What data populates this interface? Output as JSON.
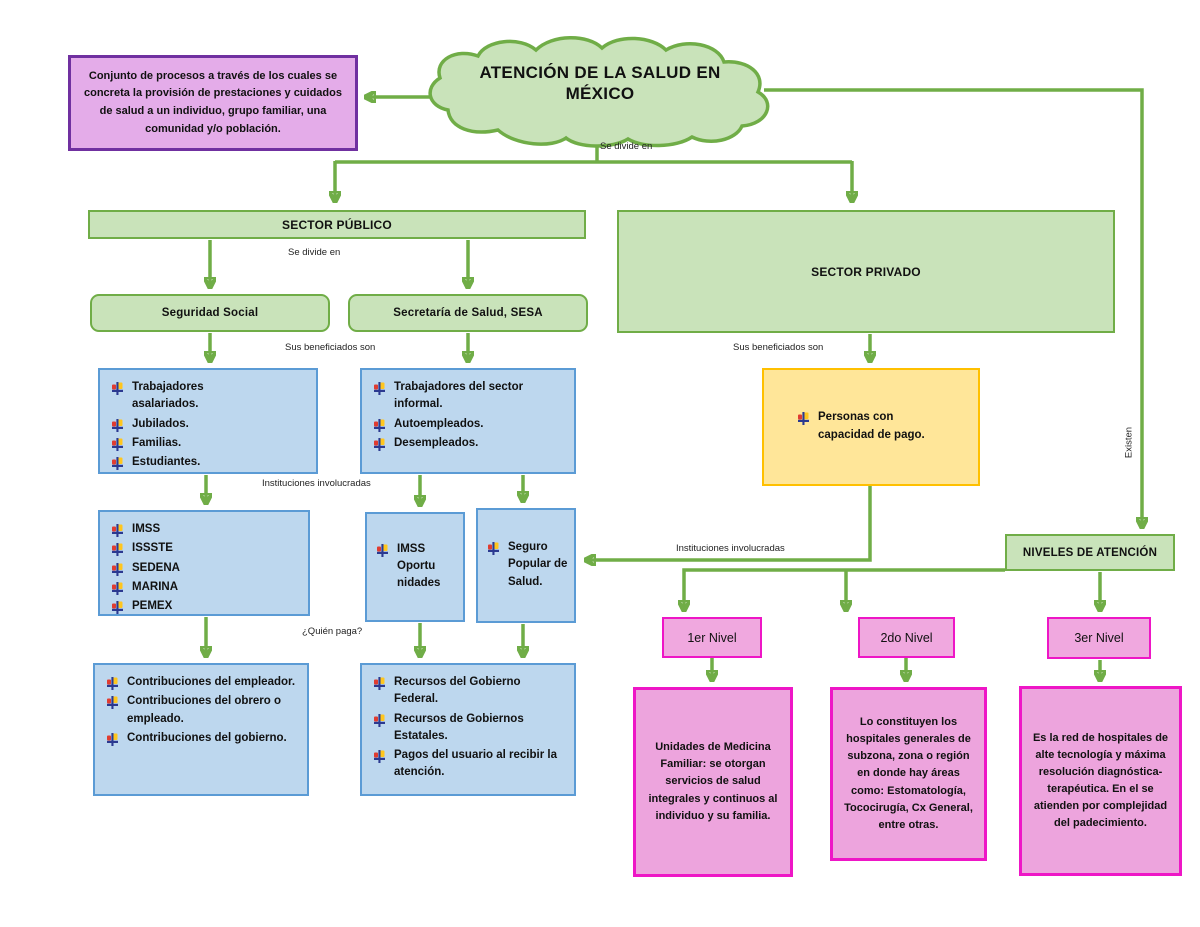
{
  "diagram": {
    "cloud_title": "ATENCIÓN DE LA SALUD EN MÉXICO",
    "definition": "Conjunto de procesos a través de los cuales se concreta la provisión de prestaciones y cuidados de salud a un individuo, grupo familiar, una comunidad y/o población."
  },
  "labels": {
    "divide_top": "Se divide en",
    "divide_publico": "Se divide en",
    "beneficiados_publico": "Sus beneficiados son",
    "beneficiados_privado": "Sus beneficiados son",
    "instituciones_publico": "Instituciones involucradas",
    "instituciones_privado": "Instituciones involucradas",
    "quien_paga": "¿Quién paga?",
    "existen": "Existen"
  },
  "sector_publico": {
    "title": "SECTOR PÚBLICO",
    "seguridad_social": {
      "title": "Seguridad Social",
      "beneficiados": [
        "Trabajadores asalariados.",
        "Jubilados.",
        "Familias.",
        "Estudiantes."
      ],
      "instituciones": [
        "IMSS",
        "ISSSTE",
        "SEDENA",
        "MARINA",
        "PEMEX"
      ],
      "quien_paga": [
        "Contribuciones del empleador.",
        "Contribuciones del obrero o empleado.",
        "Contribuciones del gobierno."
      ]
    },
    "secretaria_salud": {
      "title": "Secretaría de Salud, SESA",
      "beneficiados": [
        "Trabajadores del sector informal.",
        "Autoempleados.",
        "Desempleados."
      ],
      "institucion_imss_oportunidades": [
        "IMSS Oportu nidades"
      ],
      "institucion_seguro_popular": [
        "Seguro Popular de Salud."
      ],
      "recursos": [
        "Recursos del Gobierno Federal.",
        "Recursos de Gobiernos Estatales.",
        "Pagos del usuario al recibir la atención."
      ]
    }
  },
  "sector_privado": {
    "title": "SECTOR PRIVADO",
    "beneficiados": [
      "Personas con capacidad de pago."
    ]
  },
  "niveles": {
    "title": "NIVELES DE ATENCIÓN",
    "items": [
      {
        "label": "1er Nivel",
        "description": "Unidades de Medicina Familiar: se otorgan servicios de salud integrales y continuos al individuo y su familia."
      },
      {
        "label": "2do Nivel",
        "description": "Lo constituyen los hospitales generales de subzona, zona o región en donde hay áreas como: Estomatología, Tococirugía, Cx General, entre otras."
      },
      {
        "label": "3er Nivel",
        "description": "Es la red de hospitales de alte tecnología y máxima resolución diagnóstica- terapéutica. En el se atienden por complejidad del padecimiento."
      }
    ]
  },
  "colors": {
    "green_fill": "#C9E3BA",
    "green_stroke": "#70AD47",
    "blue_fill": "#BDD7EE",
    "blue_stroke": "#5B9BD5",
    "yellow_fill": "#FFE699",
    "yellow_stroke": "#FFC000",
    "purple_fill": "#E4ACE9",
    "purple_stroke": "#7030A0",
    "pink_fill": "#F0A8DF",
    "pink_stroke": "#EE16C6",
    "bullet_navy": "#2B3990",
    "bullet_red": "#E03C31",
    "bullet_yellow": "#FFC61E"
  }
}
